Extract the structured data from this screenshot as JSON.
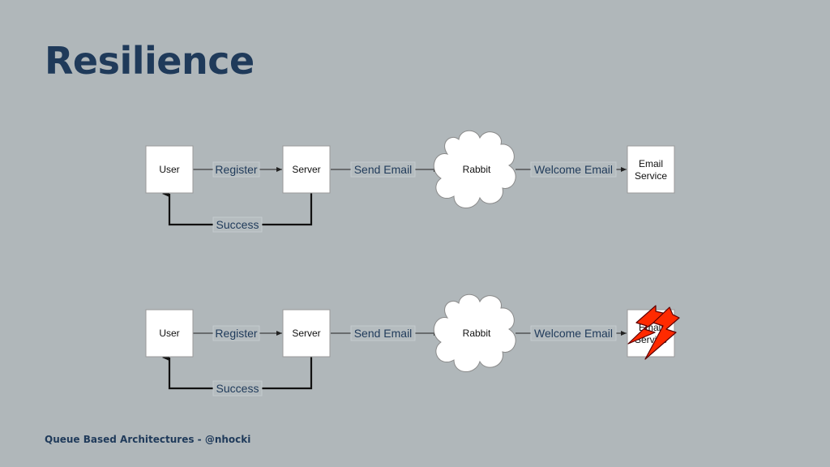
{
  "slide": {
    "title": "Resilience",
    "footer": "Queue Based Architectures - @nhocki"
  },
  "diagrams": [
    {
      "nodes": {
        "user": "User",
        "server": "Server",
        "queue": "Rabbit",
        "email_line1": "Email",
        "email_line2": "Service"
      },
      "edges": {
        "register": "Register",
        "send_email": "Send Email",
        "welcome_email": "Welcome Email",
        "success": "Success"
      },
      "email_service_failed": false
    },
    {
      "nodes": {
        "user": "User",
        "server": "Server",
        "queue": "Rabbit",
        "email_line1": "Email",
        "email_line2": "Service"
      },
      "edges": {
        "register": "Register",
        "send_email": "Send Email",
        "welcome_email": "Welcome Email",
        "success": "Success"
      },
      "email_service_failed": true
    }
  ],
  "colors": {
    "title": "#1f3a5a",
    "background": "#b0b7ba",
    "lightning": "#ff2a00"
  },
  "icons": {
    "failure": "lightning-bolt-icon"
  }
}
